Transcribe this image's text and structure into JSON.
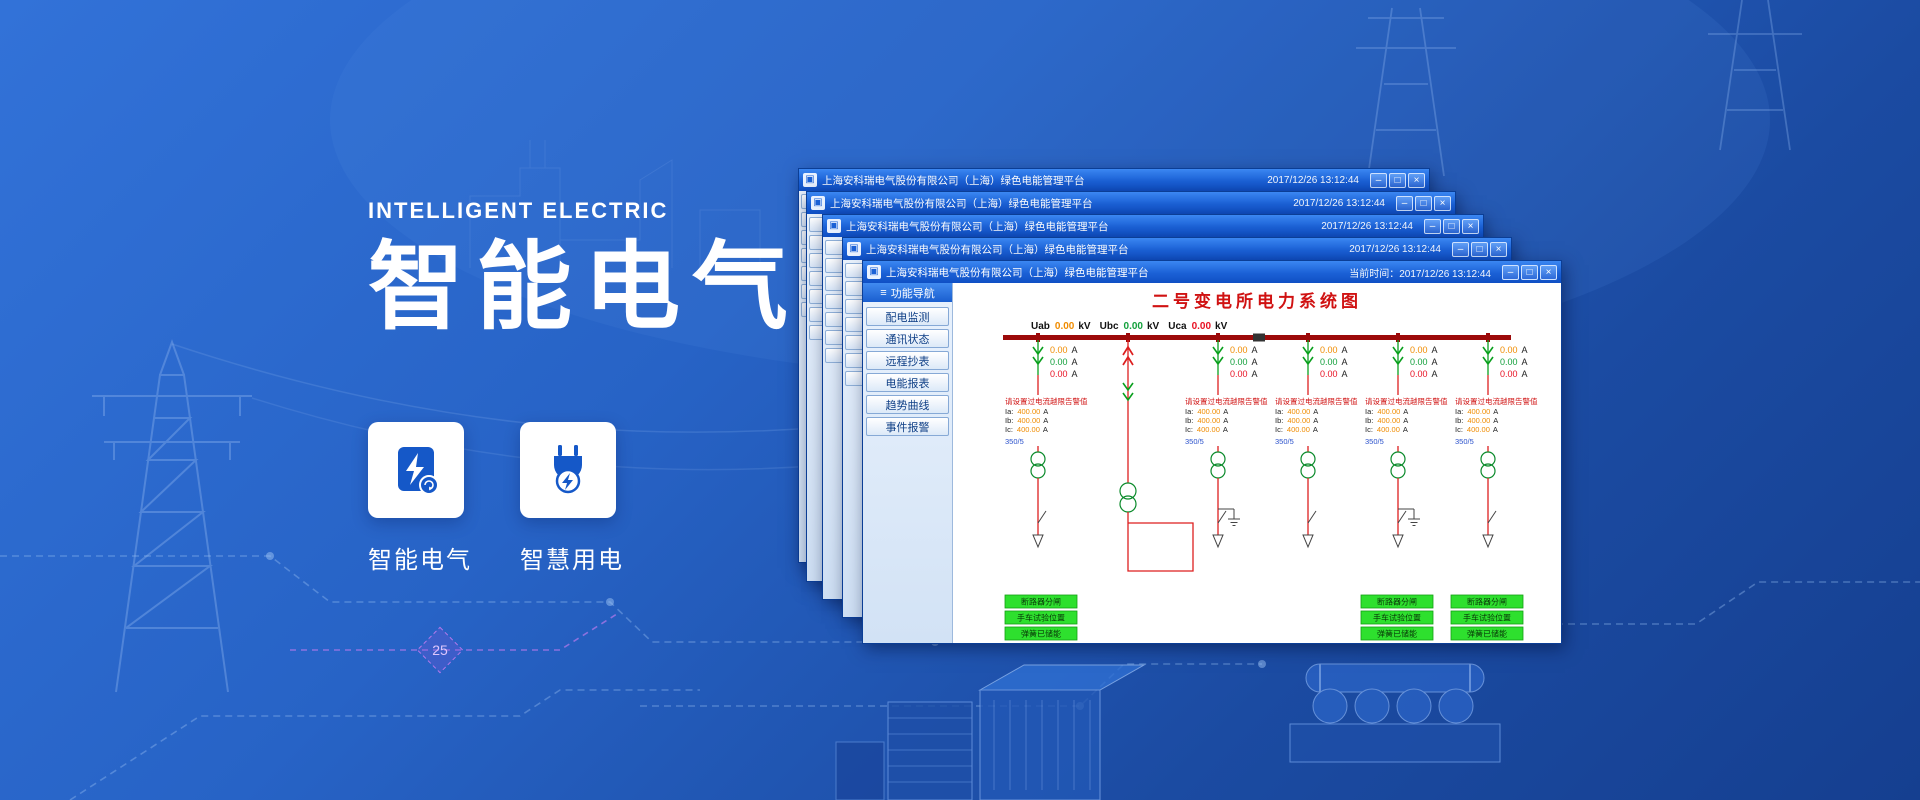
{
  "hero": {
    "kicker": "INTELLIGENT ELECTRIC",
    "title": "智能电气",
    "features": [
      {
        "label": "智能电气"
      },
      {
        "label": "智慧用电"
      }
    ]
  },
  "decor": {
    "distance_marker": "25"
  },
  "icons": {
    "app": "▣",
    "nav": "≡"
  },
  "window_controls": {
    "minimize": "–",
    "maximize": "□",
    "close": "×"
  },
  "back_windows": [
    {
      "title": "上海安科瑞电气股份有限公司（上海）绿色电能管理平台",
      "clock": "2017/12/26  13:12:44"
    },
    {
      "title": "上海安科瑞电气股份有限公司（上海）绿色电能管理平台",
      "clock": "2017/12/26  13:12:44"
    },
    {
      "title": "上海安科瑞电气股份有限公司（上海）绿色电能管理平台",
      "clock": "2017/12/26  13:12:44"
    },
    {
      "title": "上海安科瑞电气股份有限公司（上海）绿色电能管理平台",
      "clock": "2017/12/26  13:12:44"
    }
  ],
  "front_window": {
    "title": "上海安科瑞电气股份有限公司（上海）绿色电能管理平台",
    "clock": "当前时间：2017/12/26  13:12:44",
    "nav": {
      "header": "功能导航",
      "items": [
        "配电监测",
        "通讯状态",
        "远程抄表",
        "电能报表",
        "趋势曲线",
        "事件报警"
      ]
    },
    "diagram": {
      "title": "二号变电所电力系统图",
      "unit_a": "A",
      "voltage": {
        "l1": "Uab",
        "v1": "0.00",
        "u1": "kV",
        "l2": "Ubc",
        "v2": "0.00",
        "u2": "kV",
        "l3": "Uca",
        "v3": "0.00",
        "u3": "kV"
      },
      "feeders": [
        {
          "ia": "0.00",
          "ib": "0.00",
          "ic": "0.00",
          "alarm_title": "请设置过电流越限告警值",
          "set_ia_label": "Ia:",
          "set_ia": "400.00",
          "set_ib_label": "Ib:",
          "set_ib": "400.00",
          "set_ic_label": "Ic:",
          "set_ic": "400.00",
          "ct_ratio": "350/5"
        },
        {
          "ia": "0.00",
          "ib": "0.00",
          "ic": "0.00",
          "alarm_title": "请设置过电流越限告警值",
          "set_ia_label": "Ia:",
          "set_ia": "400.00",
          "set_ib_label": "Ib:",
          "set_ib": "400.00",
          "set_ic_label": "Ic:",
          "set_ic": "400.00",
          "ct_ratio": "350/5"
        },
        {
          "ia": "0.00",
          "ib": "0.00",
          "ic": "0.00",
          "alarm_title": "请设置过电流越限告警值",
          "set_ia_label": "Ia:",
          "set_ia": "400.00",
          "set_ib_label": "Ib:",
          "set_ib": "400.00",
          "set_ic_label": "Ic:",
          "set_ic": "400.00",
          "ct_ratio": "350/5"
        },
        {
          "ia": "0.00",
          "ib": "0.00",
          "ic": "0.00",
          "alarm_title": "请设置过电流越限告警值",
          "set_ia_label": "Ia:",
          "set_ia": "400.00",
          "set_ib_label": "Ib:",
          "set_ib": "400.00",
          "set_ic_label": "Ic:",
          "set_ic": "400.00",
          "ct_ratio": "350/5"
        },
        {
          "ia": "0.00",
          "ib": "0.00",
          "ic": "0.00",
          "alarm_title": "请设置过电流越限告警值",
          "set_ia_label": "Ia:",
          "set_ia": "400.00",
          "set_ib_label": "Ib:",
          "set_ib": "400.00",
          "set_ic_label": "Ic:",
          "set_ic": "400.00",
          "ct_ratio": "350/5"
        }
      ],
      "status_groups": [
        {
          "lines": [
            "断路器分闸",
            "手车试验位置",
            "弹簧已储能"
          ]
        },
        {
          "lines": [
            "断路器分闸",
            "手车试验位置",
            "弹簧已储能"
          ]
        },
        {
          "lines": [
            "断路器分闸",
            "手车试验位置",
            "弹簧已储能"
          ]
        }
      ]
    }
  }
}
